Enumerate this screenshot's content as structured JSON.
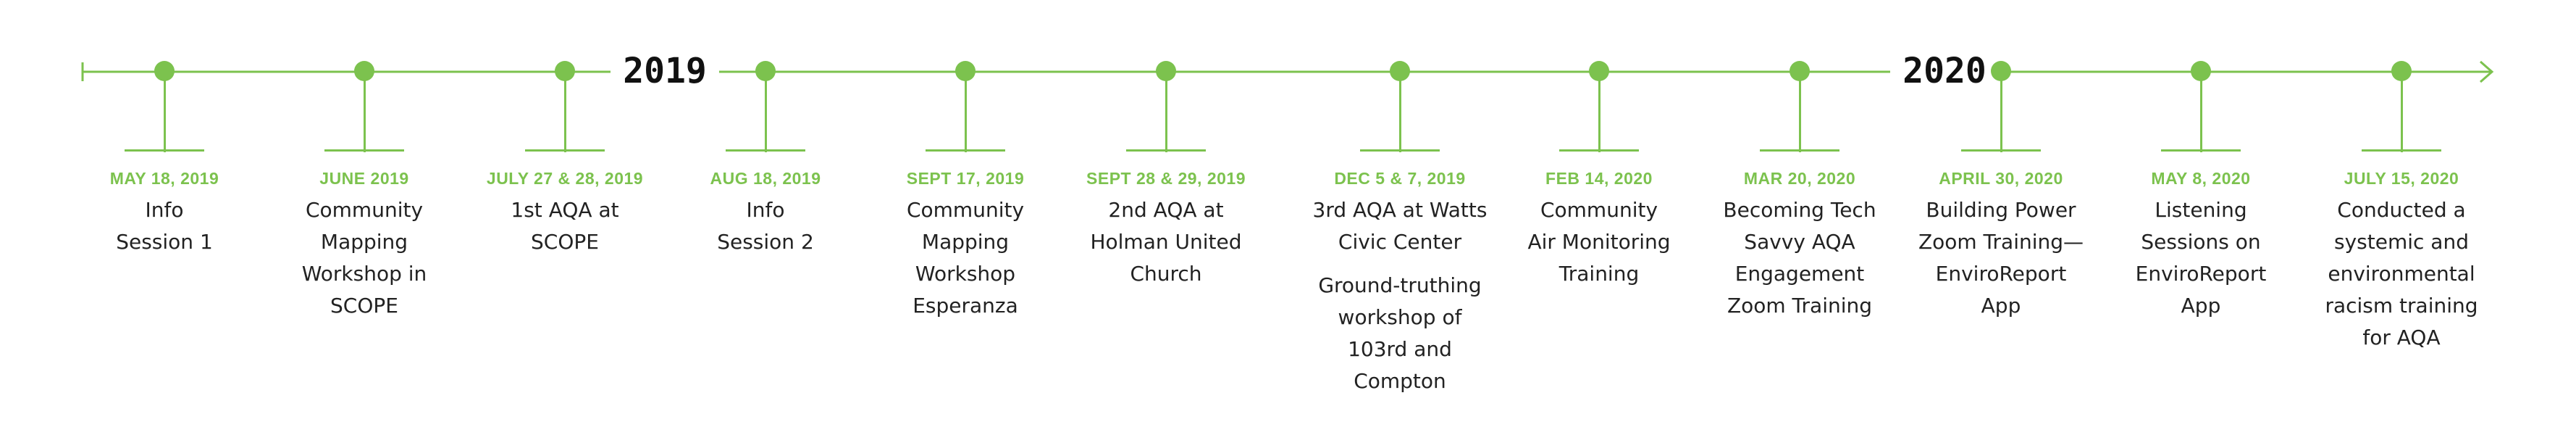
{
  "accent_color": "#7cc24e",
  "years": [
    "2019",
    "2020"
  ],
  "events": [
    {
      "date": "MAY 18, 2019",
      "label": "Info\nSession 1"
    },
    {
      "date": "JUNE 2019",
      "label": "Community\nMapping\nWorkshop in\nSCOPE"
    },
    {
      "date": "JULY 27 & 28, 2019",
      "label": "1st AQA at\nSCOPE"
    },
    {
      "date": "AUG 18, 2019",
      "label": "Info\nSession 2"
    },
    {
      "date": "SEPT 17, 2019",
      "label": "Community\nMapping\nWorkshop\nEsperanza"
    },
    {
      "date": "SEPT 28 & 29, 2019",
      "label": "2nd AQA at\nHolman United\nChurch"
    },
    {
      "date": "DEC 5 & 7, 2019",
      "label": "3rd AQA at Watts\nCivic Center",
      "label2": "Ground-truthing\nworkshop of\n103rd and\nCompton"
    },
    {
      "date": "FEB 14, 2020",
      "label": "Community\nAir Monitoring\nTraining"
    },
    {
      "date": "MAR 20, 2020",
      "label": "Becoming Tech\nSavvy AQA\nEngagement\nZoom Training"
    },
    {
      "date": "APRIL 30, 2020",
      "label": "Building Power\nZoom Training—\nEnviroReport\nApp"
    },
    {
      "date": "MAY 8, 2020",
      "label": "Listening\nSessions on\nEnviroReport\nApp"
    },
    {
      "date": "JULY 15, 2020",
      "label": "Conducted a\nsystemic and\nenvironmental\nracism training\nfor AQA"
    }
  ]
}
